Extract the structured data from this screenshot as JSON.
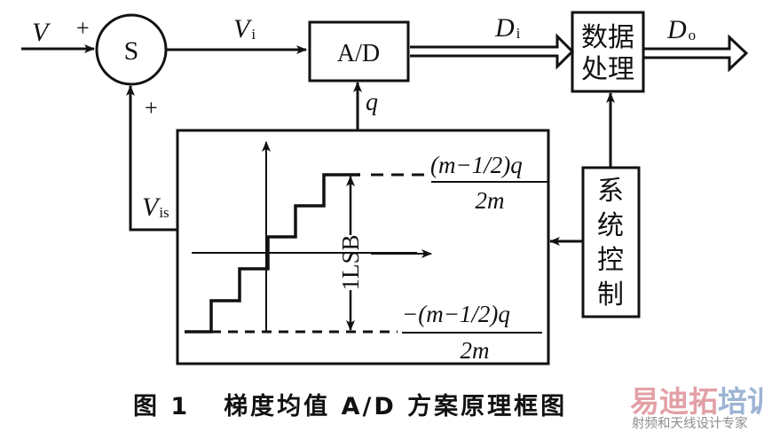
{
  "diagram": {
    "title": "梯度均值A/D方案原理框图",
    "signals": {
      "input": "V",
      "sum_plus_top": "+",
      "sum_plus_bottom": "+",
      "summer_label": "S",
      "vi_main": "V",
      "vi_sub": "i",
      "di_main": "D",
      "di_sub": "i",
      "do_main": "D",
      "do_sub": "o",
      "vis_main": "V",
      "vis_sub": "is",
      "q_label": "q"
    },
    "blocks": {
      "adc": "A/D",
      "data_processing": [
        "数据",
        "处理"
      ],
      "system_control": [
        "系",
        "统",
        "控",
        "制"
      ]
    },
    "dither_generator": {
      "lsb_label": "1LSB",
      "upper_level_numerator": "(m−1/2)q",
      "upper_level_denominator": "2m",
      "lower_level_numerator": "−(m−1/2)q",
      "lower_level_denominator": "2m"
    }
  },
  "caption": {
    "figure_number": "图 1",
    "text": "梯度均值 A/D 方案原理框图"
  },
  "watermark": {
    "title_part1": "易迪拓",
    "title_part2": "培训",
    "subtitle": "射频和天线设计专家"
  }
}
